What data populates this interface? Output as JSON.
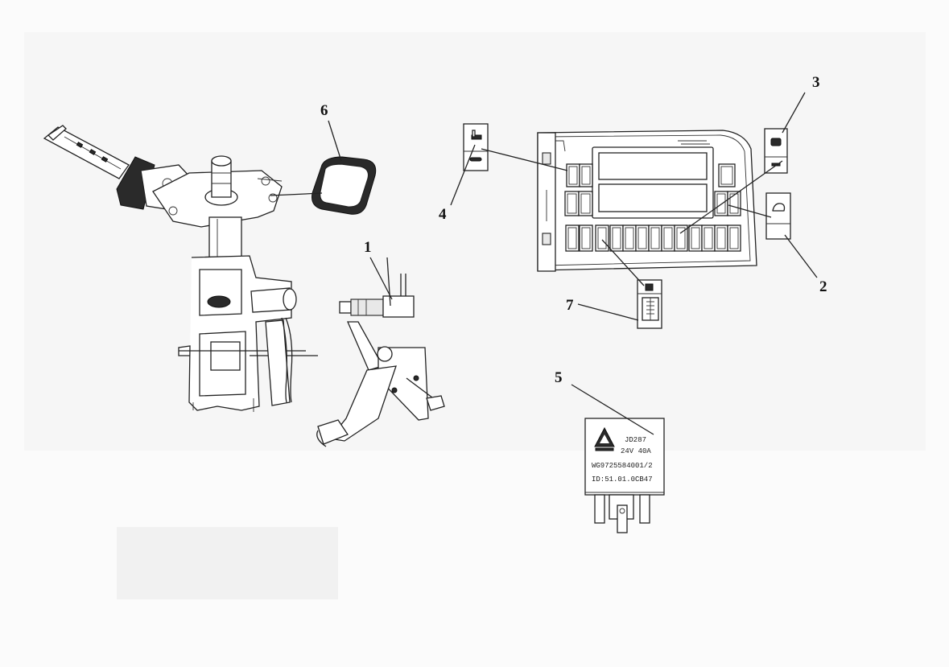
{
  "callouts": {
    "c1": "1",
    "c2": "2",
    "c3": "3",
    "c4": "4",
    "c5": "5",
    "c6": "6",
    "c7": "7"
  },
  "relay": {
    "model": "JD287",
    "rating": "24V 40A",
    "part_number": "WG9725584001/2",
    "id": "ID:51.01.0CB47"
  },
  "colors": {
    "line": "#222222",
    "background": "#fbfbfb"
  }
}
